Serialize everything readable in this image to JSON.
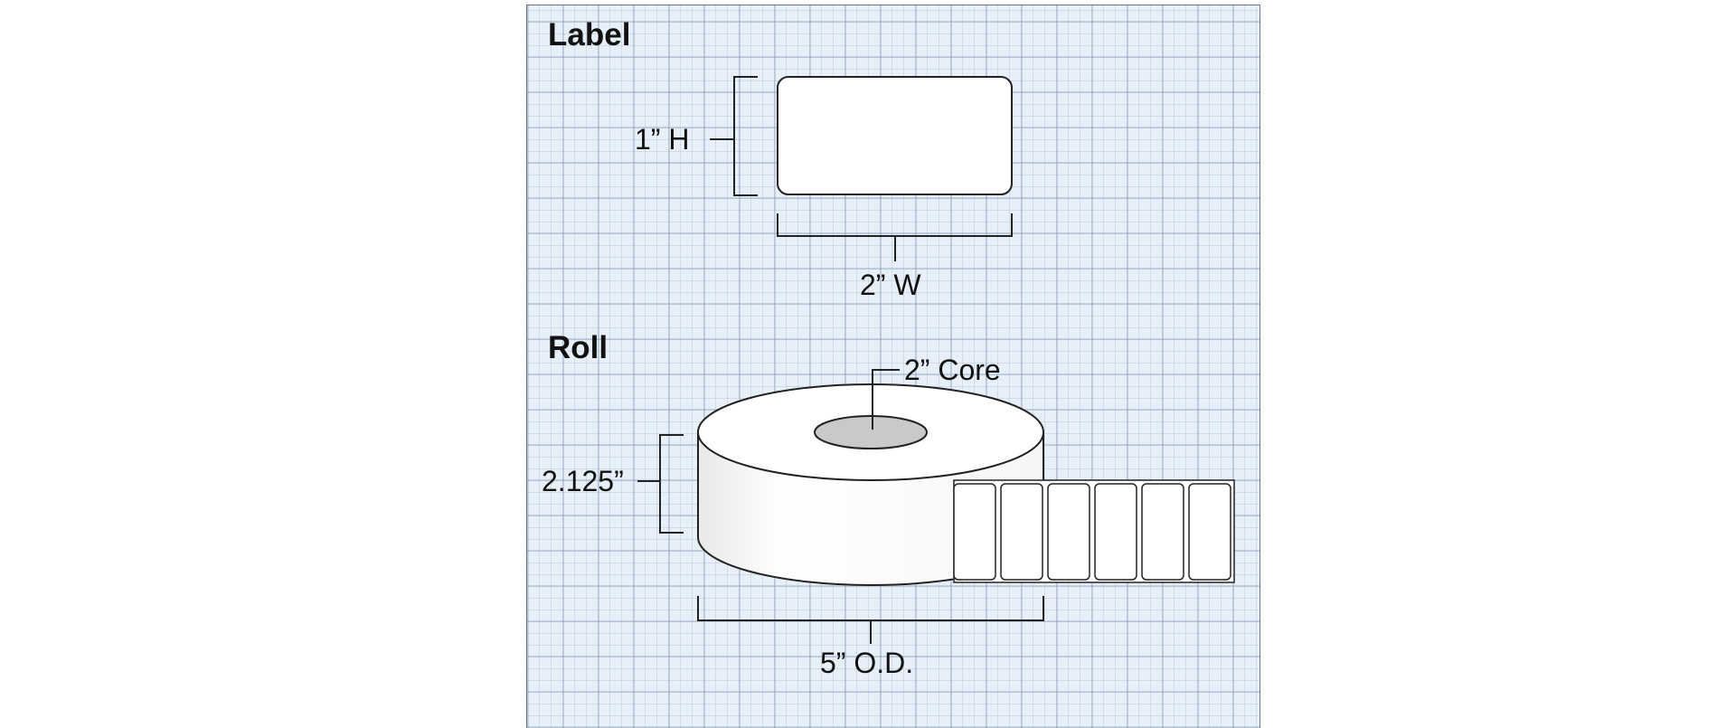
{
  "label_section": {
    "heading": "Label",
    "height": "1” H",
    "width": "2” W"
  },
  "roll_section": {
    "heading": "Roll",
    "core": "2” Core",
    "roll_width": "2.125”",
    "outer_diameter": "5” O.D."
  },
  "colors": {
    "grid_background": "#e7f0f9",
    "line": "#222222",
    "core_fill": "#c9c9c9"
  }
}
